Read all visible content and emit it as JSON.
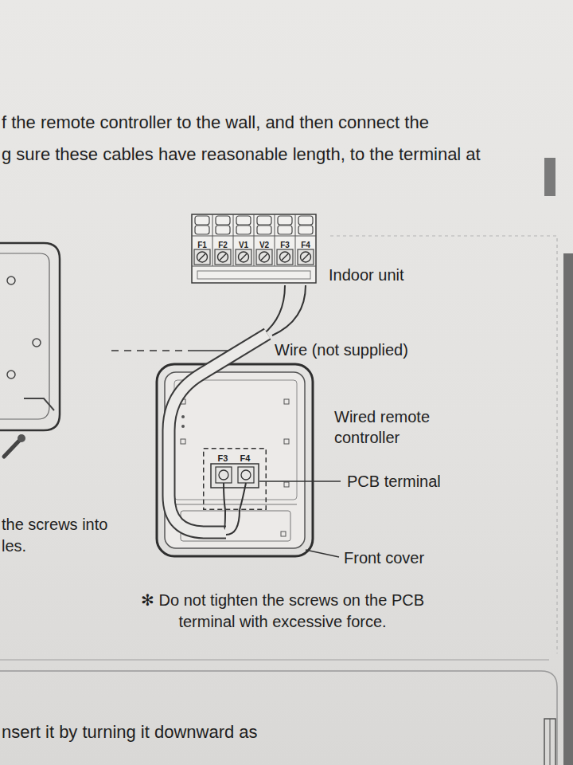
{
  "diagram": {
    "nodes": [
      {
        "text": [
          "F1",
          "F2",
          "V1",
          "V2",
          "F3",
          "F4",
          "Indoor unit"
        ]
      },
      {
        "text": [
          "Wired remote controller"
        ]
      },
      {
        "text": [
          "F3",
          "F4"
        ],
        "in": 1
      }
    ],
    "edges": [
      {
        "from": 0,
        "to": 2,
        "arrow": "none"
      }
    ],
    "labels": [
      "f the remote controller to the wall, and then connect the",
      "g sure these cables have reasonable length, to the terminal at",
      "Wire (not supplied)",
      "PCB terminal",
      "Front cover",
      "✻ Do not tighten the screws on the PCB terminal with excessive force.",
      "the screws into",
      "les.",
      "nsert it by turning it downward as"
    ]
  }
}
